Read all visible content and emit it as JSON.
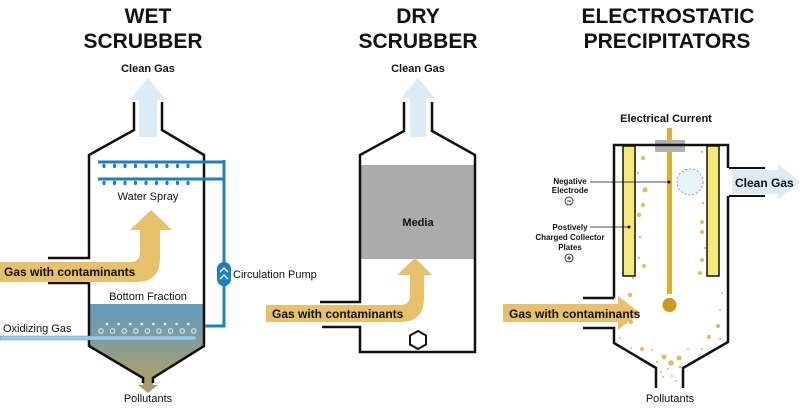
{
  "colors": {
    "clean_gas": "#dcebf6",
    "contaminant_gas": "#e6c06a",
    "water": "#1b7fc4",
    "liquid_top": "#5f9cbf",
    "liquid_bottom": "#a39c72",
    "media": "#ababab",
    "plate": "#f7e87a",
    "electrode": "#ddb02a",
    "particle": "#e2bc5c",
    "outline": "#111111"
  },
  "panels": {
    "wet": {
      "title_line1": "WET",
      "title_line2": "SCRUBBER",
      "clean_gas": "Clean Gas",
      "water_spray": "Water Spray",
      "gas_in": "Gas with contaminants",
      "pump": "Circulation Pump",
      "bottom_fraction": "Bottom Fraction",
      "oxidizing_gas": "Oxidizing Gas",
      "pollutants": "Pollutants"
    },
    "dry": {
      "title_line1": "DRY",
      "title_line2": "SCRUBBER",
      "clean_gas": "Clean Gas",
      "media": "Media",
      "gas_in": "Gas with contaminants"
    },
    "esp": {
      "title_line1": "ELECTROSTATIC",
      "title_line2": "PRECIPITATORS",
      "electrical_current": "Electrical Current",
      "negative_electrode_1": "Negative",
      "negative_electrode_2": "Electrode",
      "negative_symbol": "−",
      "plates_1": "Postively",
      "plates_2": "Charged Collector",
      "plates_3": "Plates",
      "positive_symbol": "+",
      "clean_gas": "Clean Gas",
      "gas_in": "Gas with contaminants",
      "pollutants": "Pollutants"
    }
  }
}
